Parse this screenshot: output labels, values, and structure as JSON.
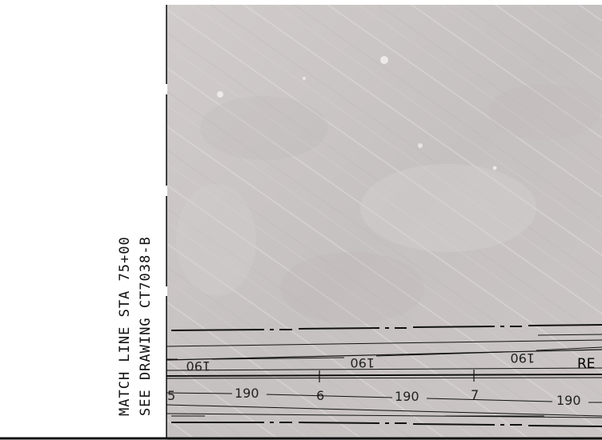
{
  "match_line": {
    "line1": "MATCH LINE STA 75+00",
    "line2": "SEE DRAWING CT7038-B"
  },
  "contours": {
    "upper_label": "190",
    "lower_label": "190"
  },
  "stations": {
    "s5": "5",
    "s6": "6",
    "s7": "7"
  },
  "road_label": "RE",
  "colors": {
    "aerial_base": "#c8c2c0",
    "linework": "#111111"
  }
}
